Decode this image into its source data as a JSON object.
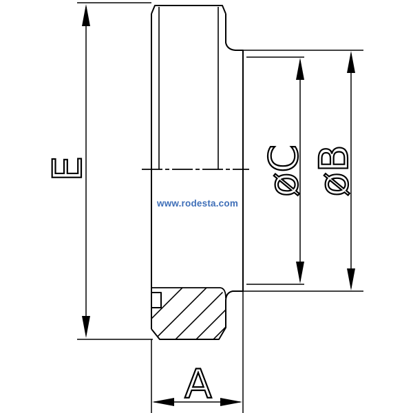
{
  "watermark": "www.rodesta.com",
  "dimensions": {
    "E": "E",
    "C": "øC",
    "B": "øB",
    "A": "A"
  },
  "colors": {
    "line": "#000000",
    "watermark": "#3f6fb8",
    "background": "#ffffff"
  }
}
